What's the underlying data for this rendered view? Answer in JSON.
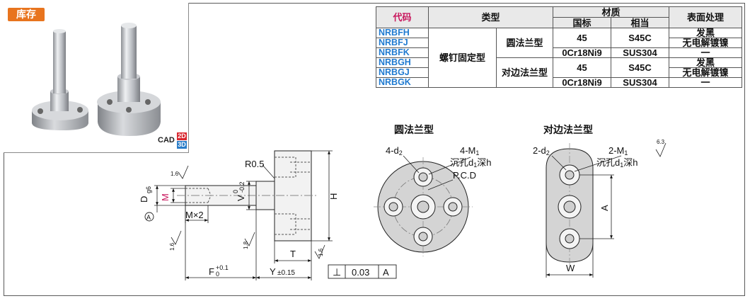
{
  "badges": {
    "stock": "库存",
    "cad": "CAD",
    "cad_2d": "2D",
    "cad_3d": "3D"
  },
  "table": {
    "headers": {
      "code": "代码",
      "type": "类型",
      "material": "材质",
      "standard": "国标",
      "equivalent": "相当",
      "surface": "表面处理"
    },
    "mount_type": "螺钉固定型",
    "groups": [
      {
        "flange": "圆法兰型",
        "rows": [
          {
            "code": "NRBFH",
            "surface": "发黑"
          },
          {
            "code": "NRBFJ",
            "surface": "无电解镀镍"
          },
          {
            "code": "NRBFK",
            "surface": "一"
          }
        ],
        "mat_a_std": "45",
        "mat_a_eq": "S45C",
        "mat_b_std": "0Cr18Ni9",
        "mat_b_eq": "SUS304"
      },
      {
        "flange": "对边法兰型",
        "rows": [
          {
            "code": "NRBGH",
            "surface": "发黑"
          },
          {
            "code": "NRBGJ",
            "surface": "无电解镀镍"
          },
          {
            "code": "NRBGK",
            "surface": "一"
          }
        ],
        "mat_a_std": "45",
        "mat_a_eq": "S45C",
        "mat_b_std": "0Cr18Ni9",
        "mat_b_eq": "SUS304"
      }
    ]
  },
  "drawing": {
    "round_title": "圆法兰型",
    "parallel_title": "对边法兰型",
    "r05": "R0.5",
    "d_label": "D",
    "g6": "g6",
    "m_label": "M",
    "v_label": "V",
    "v_tol_upper": "0",
    "v_tol_lower": "-0.2",
    "h_label": "H",
    "mx2": "M×2",
    "a_datum": "A",
    "t_label": "T",
    "f_label": "F",
    "f_tol_upper": "+0.1",
    "f_tol_lower": "0",
    "y_label": "Y",
    "y_tol": "±0.15",
    "perp_symbol": "⊥",
    "perp_value": "0.03",
    "perp_datum": "A",
    "rough_1": "1.6",
    "rough_2": "1.6",
    "rough_3": "1.8",
    "rough_4": "1.6",
    "rough_general": "6.3",
    "round_4d2": "4-d",
    "round_4d2_sub": "2",
    "round_4m1": "4-M",
    "round_4m1_sub": "1",
    "round_counter": "沉孔d",
    "round_counter_sub": "1",
    "round_counter_end": "深h",
    "pcd": "P.C.D",
    "par_2d2": "2-d",
    "par_2d2_sub": "2",
    "par_2m1": "2-M",
    "par_2m1_sub": "1",
    "par_counter": "沉孔d",
    "par_counter_sub": "1",
    "par_counter_end": "深h",
    "a_dim": "A",
    "w_dim": "W"
  },
  "colors": {
    "accent": "#e8741e",
    "code_blue": "#1f7ad0",
    "header_pink": "#c8175d",
    "m_pink": "#c8175d"
  }
}
